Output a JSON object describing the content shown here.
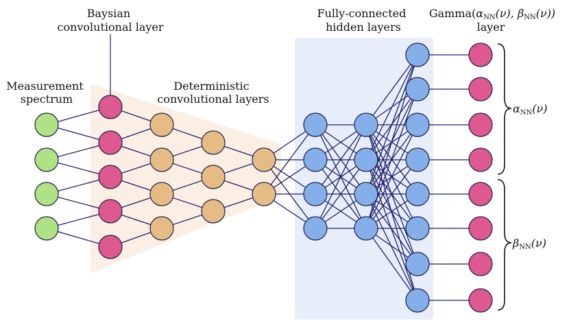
{
  "labels": {
    "bayesian": [
      "Baysian",
      "convolutional layer"
    ],
    "measurement": [
      "Measurement",
      "spectrum"
    ],
    "deterministic": [
      "Deterministic",
      "convolutional layers"
    ],
    "fully_connected": [
      "Fully-connected",
      "hidden layers"
    ],
    "gamma_layer": {
      "prefix": "Gamma(",
      "alpha": "α",
      "sub1": "NN",
      "arg1": "(ν), ",
      "beta": "β",
      "sub2": "NN",
      "arg2": "(ν))",
      "line2": "layer"
    },
    "alpha_out": {
      "sym": "α",
      "sub": "NN",
      "arg": "(ν)"
    },
    "beta_out": {
      "sym": "β",
      "sub": "NN",
      "arg": "(ν)"
    }
  },
  "colors": {
    "input_fill": "#aee283",
    "bayes_fill": "#dd5990",
    "det_fill": "#e6bc84",
    "hidden_fill": "#85afe8",
    "output_fill": "#dd5990",
    "edge": "#1b1d6b",
    "conv_region": "#fbefe4",
    "fc_region": "#e7eefa",
    "node_stroke": "#1b1d4b"
  },
  "layers": [
    {
      "name": "input",
      "count": 4
    },
    {
      "name": "bayesian-conv",
      "count": 5
    },
    {
      "name": "det-conv-1",
      "count": 4
    },
    {
      "name": "det-conv-2",
      "count": 3
    },
    {
      "name": "det-conv-3",
      "count": 2
    },
    {
      "name": "hidden-1",
      "count": 4
    },
    {
      "name": "hidden-2",
      "count": 4
    },
    {
      "name": "hidden-3",
      "count": 8
    },
    {
      "name": "gamma-output",
      "count": 8
    }
  ]
}
